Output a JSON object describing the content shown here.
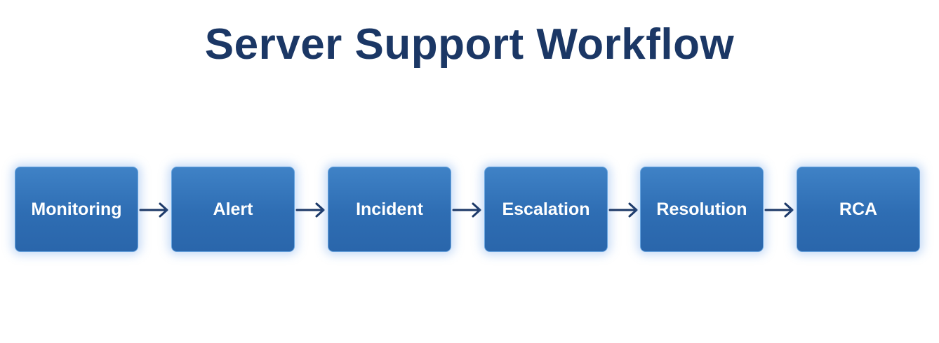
{
  "title": "Server Support Workflow",
  "steps": [
    {
      "label": "Monitoring"
    },
    {
      "label": "Alert"
    },
    {
      "label": "Incident"
    },
    {
      "label": "Escalation"
    },
    {
      "label": "Resolution"
    },
    {
      "label": "RCA"
    }
  ],
  "colors": {
    "title": "#1b3765",
    "box": "#2e6db3",
    "arrow": "#1b3765"
  }
}
